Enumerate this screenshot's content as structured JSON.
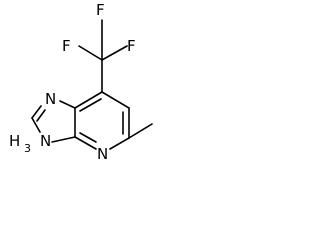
{
  "molecule": {
    "atoms": {
      "f_left": "F",
      "f_top": "F",
      "f_right": "F",
      "n_imidazole": "N",
      "n_pyridine": "N",
      "nh": "N",
      "h": "H",
      "h_subscript": "3"
    }
  }
}
